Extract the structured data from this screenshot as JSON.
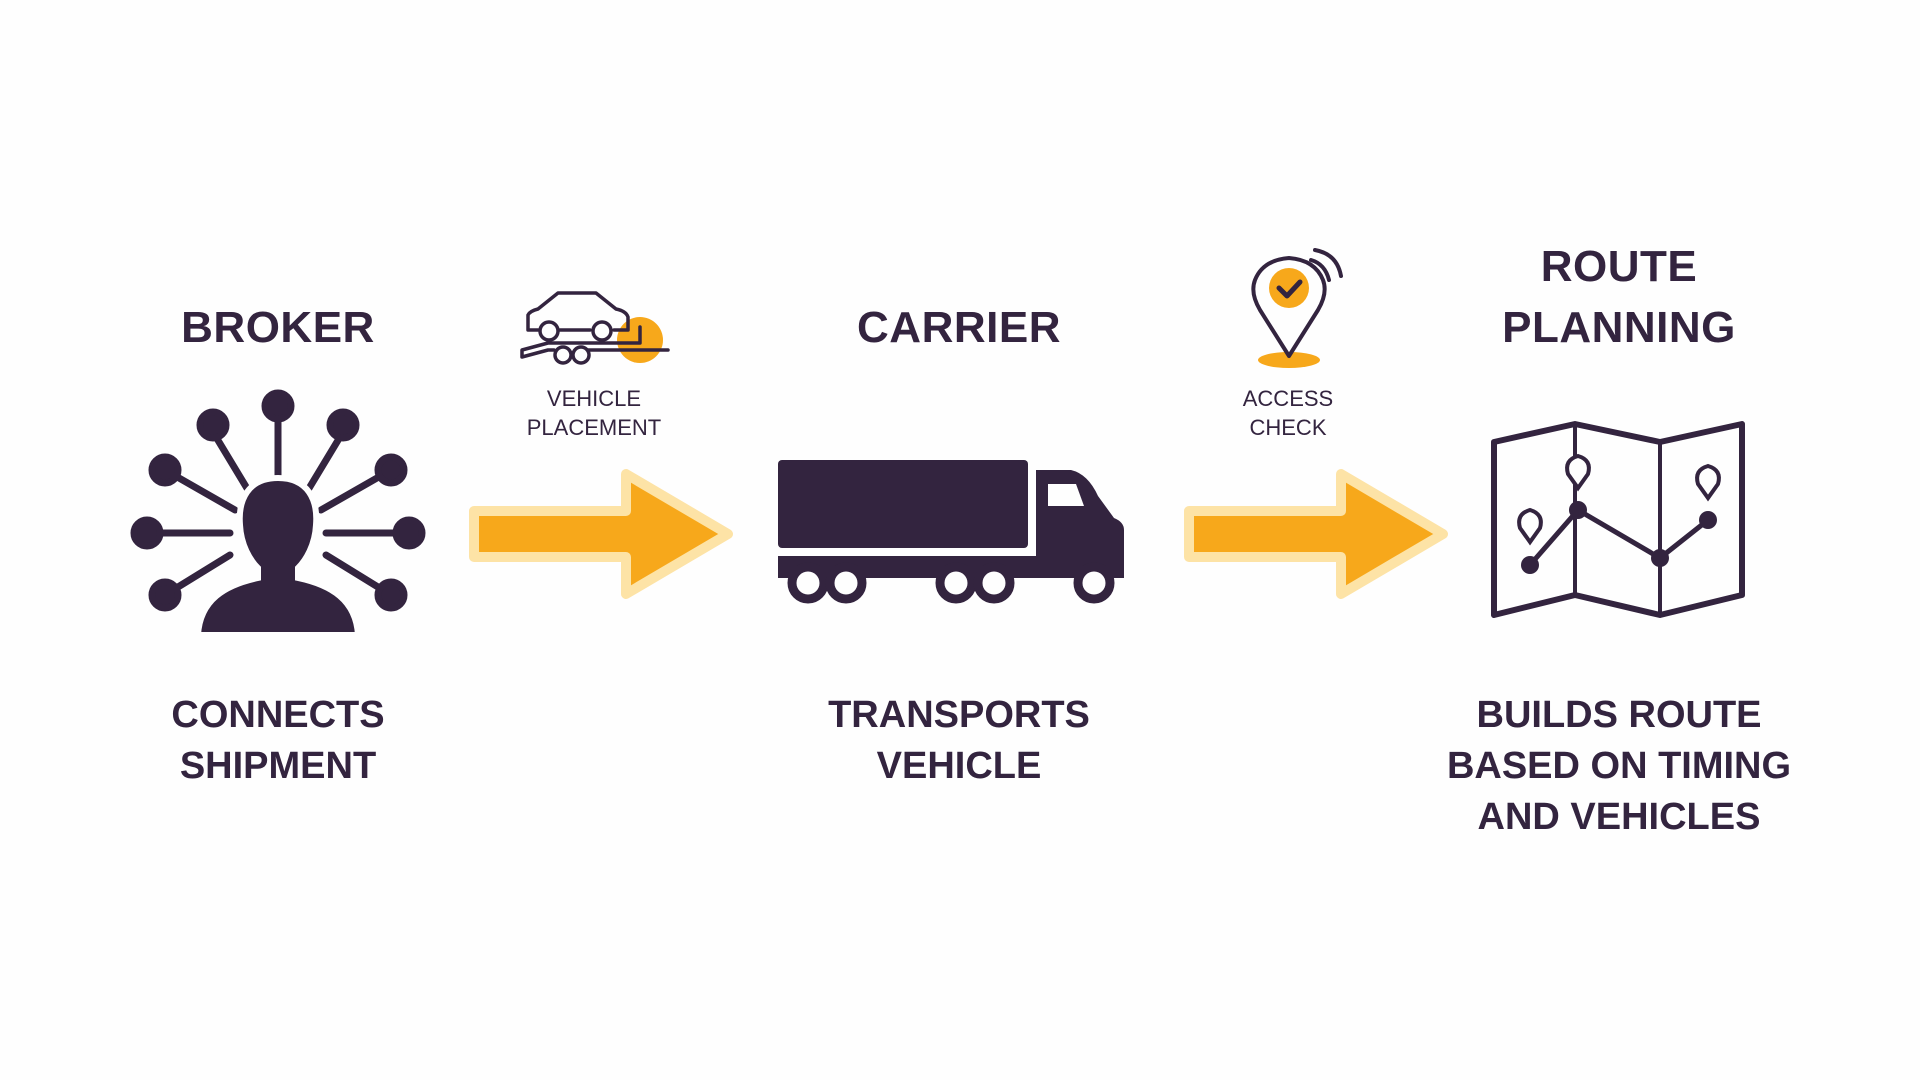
{
  "colors": {
    "dark": "#33243f",
    "accent": "#f7a81b",
    "glow": "#fde3a6"
  },
  "steps": [
    {
      "title": "BROKER",
      "description": [
        "CONNECTS",
        "SHIPMENT"
      ],
      "icon": "broker-network-person-icon"
    },
    {
      "title": "CARRIER",
      "description": [
        "TRANSPORTS",
        "VEHICLE"
      ],
      "icon": "truck-icon"
    },
    {
      "title_lines": [
        "ROUTE",
        "PLANNING"
      ],
      "description": [
        "BUILDS ROUTE",
        "BASED ON TIMING",
        "AND VEHICLES"
      ],
      "icon": "route-map-icon"
    }
  ],
  "transitions": [
    {
      "label": [
        "VEHICLE",
        "PLACEMENT"
      ],
      "icon": "car-trailer-icon"
    },
    {
      "label": [
        "ACCESS",
        "CHECK"
      ],
      "icon": "location-check-icon"
    }
  ]
}
